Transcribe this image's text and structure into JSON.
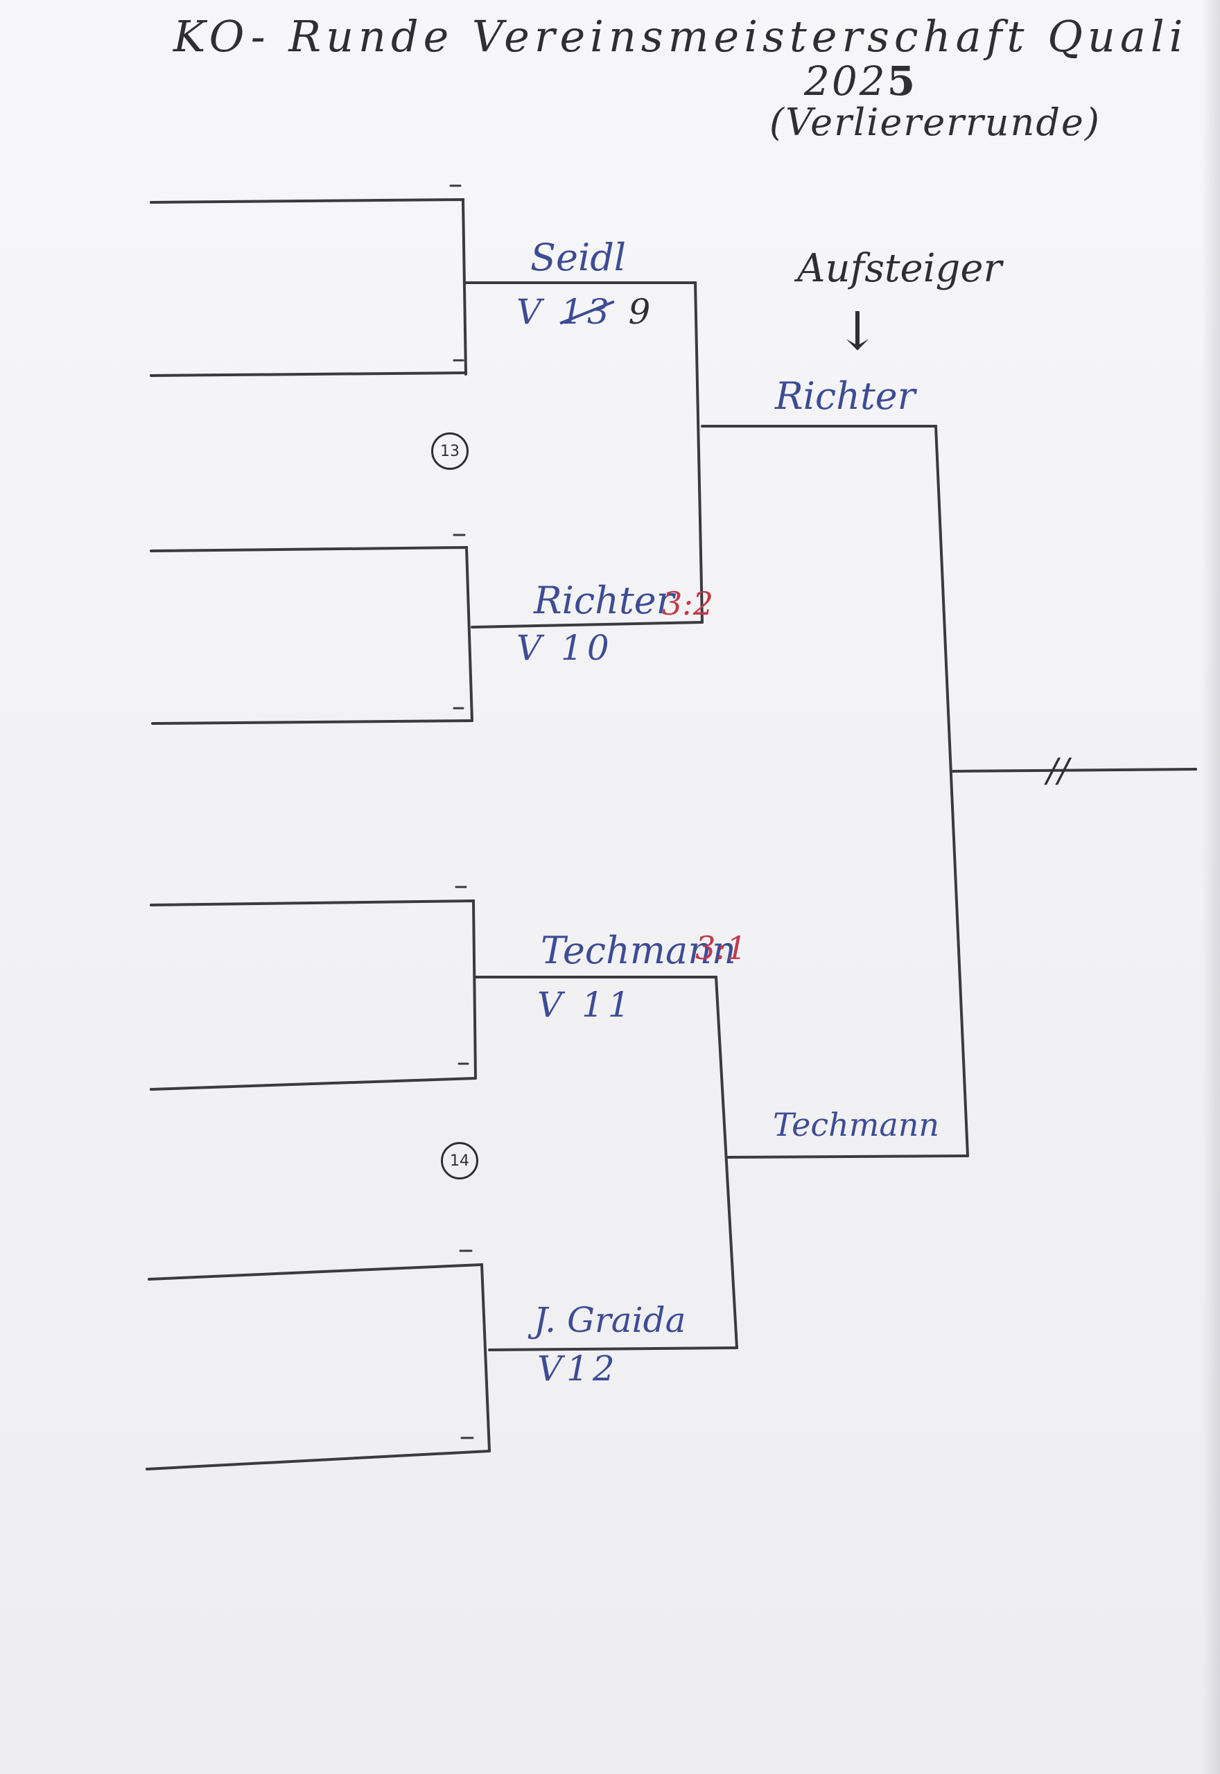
{
  "heading": {
    "title": "KO- Runde Vereinsmeisterschaft Quali",
    "year_prefix": "202",
    "year_corrected_digit": "5",
    "subtitle": "(Verliererrunde)"
  },
  "promotion": {
    "label": "Aufsteiger",
    "arrow": "↓"
  },
  "round_2": [
    {
      "player": "Seidl",
      "match_prefix": "V",
      "match_struck": "13",
      "match_number": "9"
    },
    {
      "player": "Richter",
      "score": "3:2",
      "match_prefix": "V",
      "match_number": "10"
    },
    {
      "player": "Techmann",
      "score": "3:1",
      "match_prefix": "V",
      "match_number": "11"
    },
    {
      "player": "J. Graida",
      "match_prefix": "V",
      "match_number": "12"
    }
  ],
  "semifinal": {
    "top_winner": "Richter",
    "bottom_winner": "Techmann"
  },
  "group_markers": [
    "13",
    "14"
  ],
  "final_mark": "//",
  "colors": {
    "pencil": "#2f2f33",
    "blue_ink": "#3d4c94",
    "red_ink": "#c23a4a",
    "paper": "#f4f4f7"
  }
}
